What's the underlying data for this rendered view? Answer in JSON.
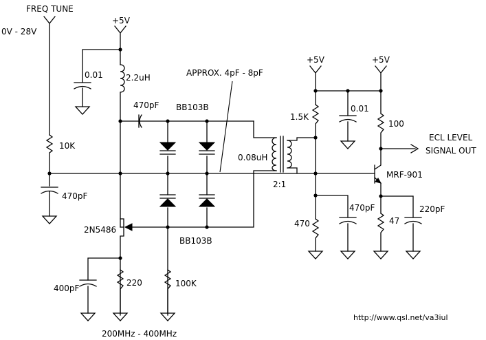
{
  "labels": {
    "freq_tune": "FREQ TUNE",
    "tune_range": "0V - 28V",
    "vcc_top": "+5V",
    "vcc_mid": "+5V",
    "vcc_right": "+5V",
    "c_bypass_top": "0.01",
    "l_choke": "2.2uH",
    "approx_cap": "APPROX. 4pF - 8pF",
    "c_coupling": "470pF",
    "varactor_top": "BB103B",
    "varactor_bottom": "BB103B",
    "r_tune": "10K",
    "c_tune": "470pF",
    "inductor": "0.08uH",
    "ratio": "2:1",
    "r_bias_top": "1.5K",
    "c_bypass_mid": "0.01",
    "r_collector": "100",
    "ecl_level": "ECL LEVEL",
    "signal_out": "SIGNAL OUT",
    "transistor": "MRF-901",
    "fet": "2N5486",
    "c_base": "470pF",
    "c_emitter": "220pF",
    "r_bias_bottom": "470",
    "r_emitter": "47",
    "c_source": "400pF",
    "r_source": "220",
    "r_varactor": "100K",
    "freq_range": "200MHz - 400MHz",
    "url": "http://www.qsl.net/va3iul"
  }
}
